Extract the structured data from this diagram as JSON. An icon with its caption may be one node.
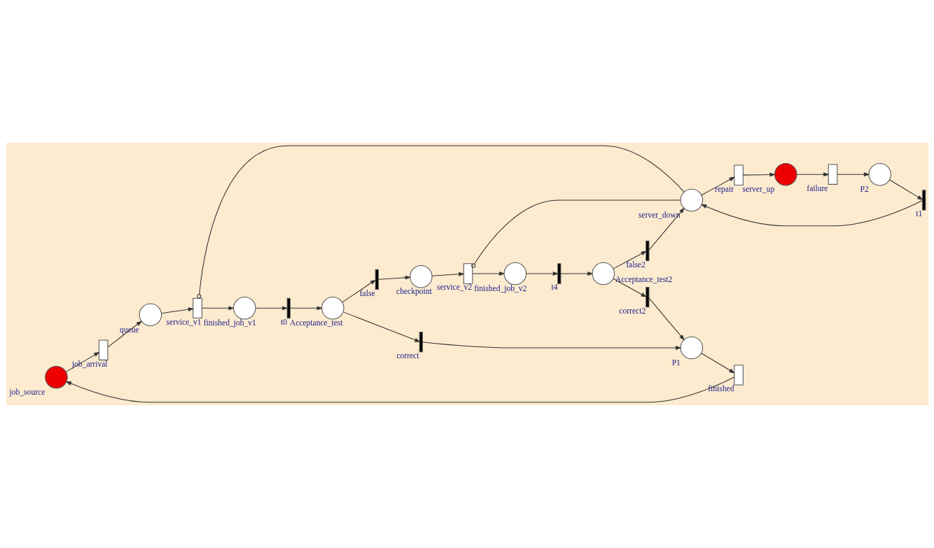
{
  "diagram": {
    "nodes": [
      {
        "text": [],
        "shape": "circle",
        "beside": [
          "job_source"
        ]
      },
      {
        "text": [],
        "shape": "box",
        "beside": [
          "job_arrival"
        ]
      },
      {
        "text": [],
        "shape": "circle",
        "beside": [
          "queue"
        ]
      },
      {
        "text": [],
        "shape": "box",
        "beside": [
          "service_v1"
        ]
      },
      {
        "text": [],
        "shape": "circle",
        "beside": [
          "finished_job_v1"
        ]
      },
      {
        "text": [],
        "shape": "bar",
        "beside": [
          "t0"
        ]
      },
      {
        "text": [],
        "shape": "circle",
        "beside": [
          "Acceptance_test"
        ]
      },
      {
        "text": [],
        "shape": "bar",
        "beside": [
          "correct"
        ]
      },
      {
        "text": [],
        "shape": "circle",
        "beside": [
          "P1"
        ]
      },
      {
        "text": [],
        "shape": "box",
        "beside": [
          "finished"
        ]
      },
      {
        "text": [],
        "shape": "bar",
        "beside": [
          "false"
        ]
      },
      {
        "text": [],
        "shape": "circle",
        "beside": [
          "checkpoint"
        ]
      },
      {
        "text": [],
        "shape": "bar",
        "beside": [
          "correct2"
        ]
      },
      {
        "text": [],
        "shape": "box",
        "beside": [
          "service_v2"
        ]
      },
      {
        "text": [],
        "shape": "circle",
        "beside": [
          "finished_job_v2"
        ]
      },
      {
        "text": [],
        "shape": "bar",
        "beside": [
          "t4"
        ]
      },
      {
        "text": [],
        "shape": "circle",
        "beside": [
          "Acceptance_test2"
        ]
      },
      {
        "text": [],
        "shape": "bar",
        "beside": [
          "false2"
        ]
      },
      {
        "text": [],
        "shape": "circle",
        "beside": [
          "server_up"
        ]
      },
      {
        "text": [],
        "shape": "box",
        "beside": [
          "failure"
        ]
      },
      {
        "text": [],
        "shape": "circle",
        "beside": [
          "P2"
        ]
      },
      {
        "text": [],
        "shape": "bar",
        "beside": [
          "t1"
        ]
      },
      {
        "text": [],
        "shape": "circle",
        "beside": [
          "server_down"
        ]
      },
      {
        "text": [],
        "shape": "box",
        "beside": [
          "repair"
        ]
      }
    ],
    "edges": [
      {
        "from": 0,
        "to": 1,
        "arrow": "to"
      },
      {
        "from": 1,
        "to": 2,
        "arrow": "to"
      },
      {
        "from": 2,
        "to": 3,
        "arrow": "to"
      },
      {
        "from": 3,
        "to": 4,
        "arrow": "to"
      },
      {
        "from": 4,
        "to": 5,
        "arrow": "to"
      },
      {
        "from": 5,
        "to": 6,
        "arrow": "to"
      },
      {
        "from": 6,
        "to": 7,
        "arrow": "to"
      },
      {
        "from": 7,
        "to": 8,
        "arrow": "to"
      },
      {
        "from": 8,
        "to": 9,
        "arrow": "to"
      },
      {
        "from": 9,
        "to": 0,
        "arrow": "to"
      },
      {
        "from": 6,
        "to": 10,
        "arrow": "to"
      },
      {
        "from": 10,
        "to": 11,
        "arrow": "to"
      },
      {
        "from": 11,
        "to": 13,
        "arrow": "to"
      },
      {
        "from": 13,
        "to": 14,
        "arrow": "to"
      },
      {
        "from": 14,
        "to": 15,
        "arrow": "to"
      },
      {
        "from": 15,
        "to": 16,
        "arrow": "to"
      },
      {
        "from": 16,
        "to": 12,
        "arrow": "to"
      },
      {
        "from": 16,
        "to": 17,
        "arrow": "to"
      },
      {
        "from": 12,
        "to": 8,
        "arrow": "to"
      },
      {
        "from": 17,
        "to": 22,
        "arrow": "to"
      },
      {
        "from": 22,
        "to": 3,
        "arrow": "other"
      },
      {
        "from": 22,
        "to": 13,
        "arrow": "other"
      },
      {
        "from": 18,
        "to": 19,
        "arrow": "to"
      },
      {
        "from": 19,
        "to": 20,
        "arrow": "to"
      },
      {
        "from": 20,
        "to": 21,
        "arrow": "to"
      },
      {
        "from": 21,
        "to": 22,
        "arrow": "to"
      },
      {
        "from": 22,
        "to": 23,
        "arrow": "to"
      },
      {
        "from": 23,
        "to": 18,
        "arrow": "to"
      }
    ]
  }
}
